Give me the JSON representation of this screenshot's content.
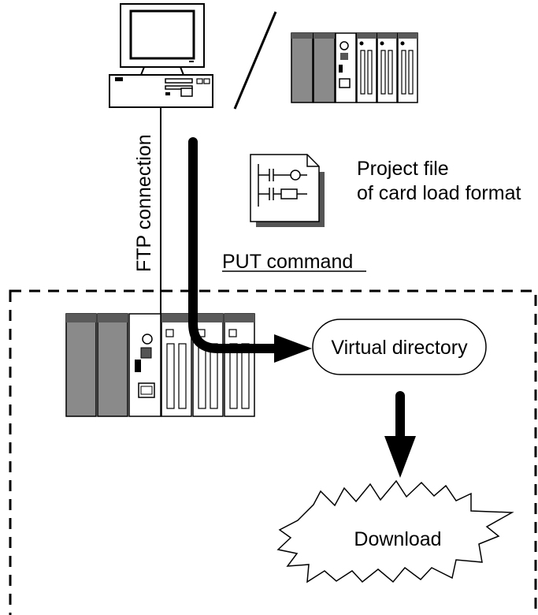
{
  "labels": {
    "ftp_connection": "FTP connection",
    "project_file_line1": "Project file",
    "project_file_line2": "of card load format",
    "put_command": "PUT command",
    "virtual_directory": "Virtual directory",
    "download": "Download"
  },
  "colors": {
    "line": "#000000",
    "module_gray": "#8a8a8a",
    "module_dark": "#5a5a5a",
    "module_light": "#ffffff"
  },
  "icons": [
    "personal-computer-icon",
    "plc-rack-icon",
    "ladder-program-file-icon"
  ]
}
